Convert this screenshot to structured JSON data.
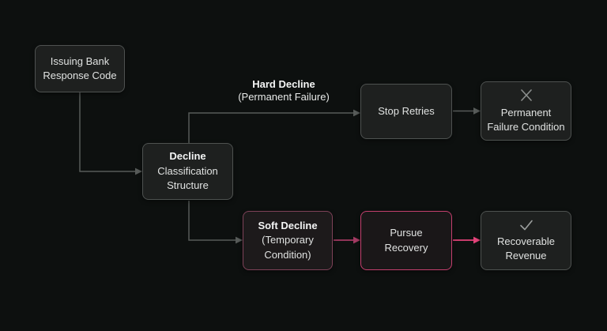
{
  "nodes": {
    "issuing_bank": {
      "line1": "Issuing Bank",
      "line2": "Response Code"
    },
    "decline_classification": {
      "title": "Decline",
      "subtitle": "Classification Structure"
    },
    "stop_retries": {
      "label": "Stop Retries"
    },
    "permanent_failure": {
      "icon": "x-icon",
      "line1": "Permanent",
      "line2": "Failure Condition"
    },
    "soft_decline": {
      "title": "Soft Decline",
      "subtitle": "(Temporary Condition)"
    },
    "pursue_recovery": {
      "label": "Pursue Recovery"
    },
    "recoverable_revenue": {
      "icon": "check-icon",
      "label": "Recoverable Revenue"
    }
  },
  "branch_labels": {
    "hard_decline": {
      "title": "Hard Decline",
      "subtitle": "(Permanent Failure)"
    }
  },
  "colors": {
    "background": "#0d100f",
    "box_fill": "#1e201f",
    "box_border_gray": "#4e5250",
    "connector_gray": "#575b59",
    "soft_decline_border": "#7e4258",
    "pursue_recovery_border": "#c4406e",
    "arrow_pink_muted": "#a23a62",
    "arrow_pink_bright": "#e24379",
    "icon_gray": "#8b8e8d",
    "text_light": "#e0e2e1"
  }
}
